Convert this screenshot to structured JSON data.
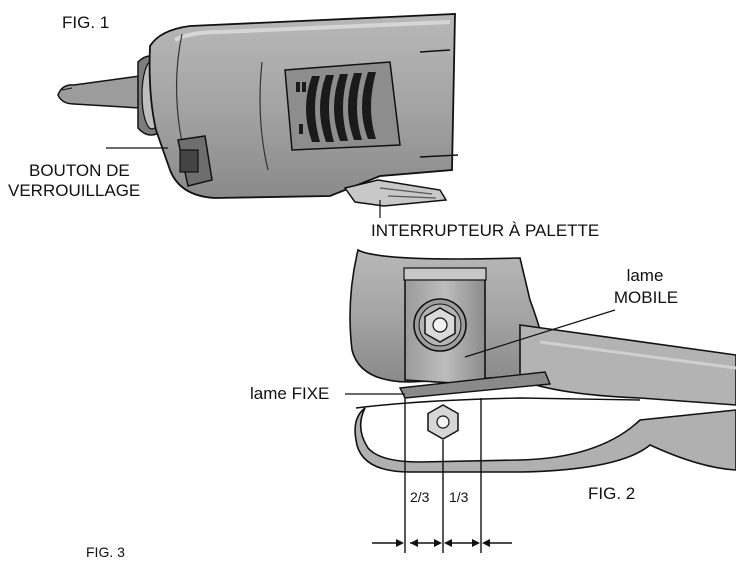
{
  "fig1": {
    "caption": "FIG. 1",
    "lock_label_line1": "BOUTON DE",
    "lock_label_line2": "VERROUILLAGE",
    "switch_label": "INTERRUPTEUR À PALETTE"
  },
  "fig2": {
    "caption": "FIG. 2",
    "moving_label_line1": "lame",
    "moving_label_line2": "MOBILE",
    "fixed_label": "lame FIXE",
    "ratio_left": "2/3",
    "ratio_right": "1/3"
  },
  "fig3": {
    "caption": "FIG. 3"
  },
  "colors": {
    "ink": "#111111",
    "body_gray": "#a9a9a9",
    "dark_gray": "#6e6e6e",
    "light_gray": "#c8c8c8",
    "vent_black": "#1a1a1a"
  }
}
